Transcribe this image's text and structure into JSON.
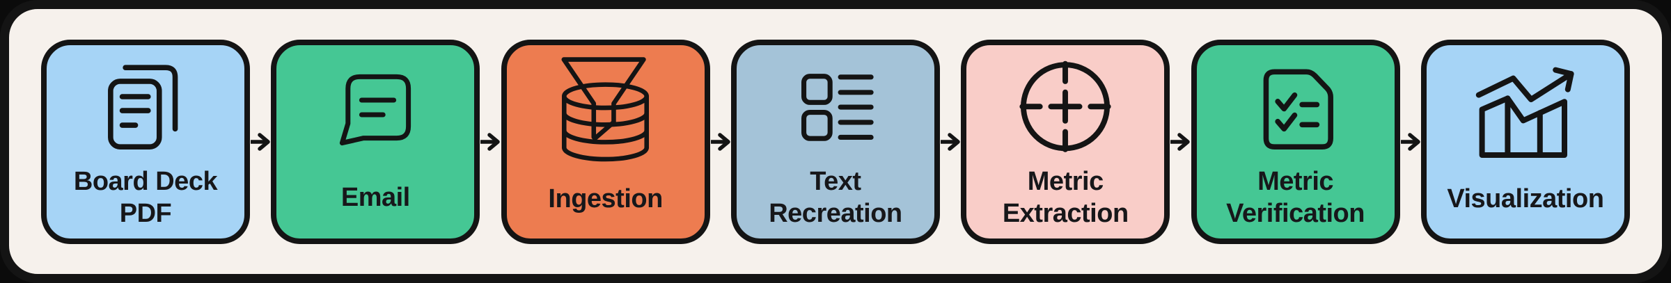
{
  "colors": {
    "page_bg": "#0b0b0b",
    "canvas_bg": "#f6f1ec",
    "stroke": "#141414",
    "text": "#17171a",
    "blue": "#a6d4f6",
    "green": "#45c794",
    "orange": "#ed7c50",
    "steel_blue": "#a4c3d8",
    "pink": "#f9cdc8"
  },
  "steps": [
    {
      "label": "Board Deck PDF",
      "color": "#a6d4f6",
      "icon": "document-pages-icon"
    },
    {
      "label": "Email",
      "color": "#45c794",
      "icon": "chat-bubble-icon"
    },
    {
      "label": "Ingestion",
      "color": "#ed7c50",
      "icon": "funnel-database-icon"
    },
    {
      "label": "Text Recreation",
      "color": "#a4c3d8",
      "icon": "blocks-list-icon"
    },
    {
      "label": "Metric Extraction",
      "color": "#f9cdc8",
      "icon": "crosshair-target-icon"
    },
    {
      "label": "Metric Verification",
      "color": "#45c794",
      "icon": "checklist-document-icon"
    },
    {
      "label": "Visualization",
      "color": "#a6d4f6",
      "icon": "trend-chart-icon"
    }
  ],
  "connector": {
    "count": 6,
    "direction": "right"
  }
}
